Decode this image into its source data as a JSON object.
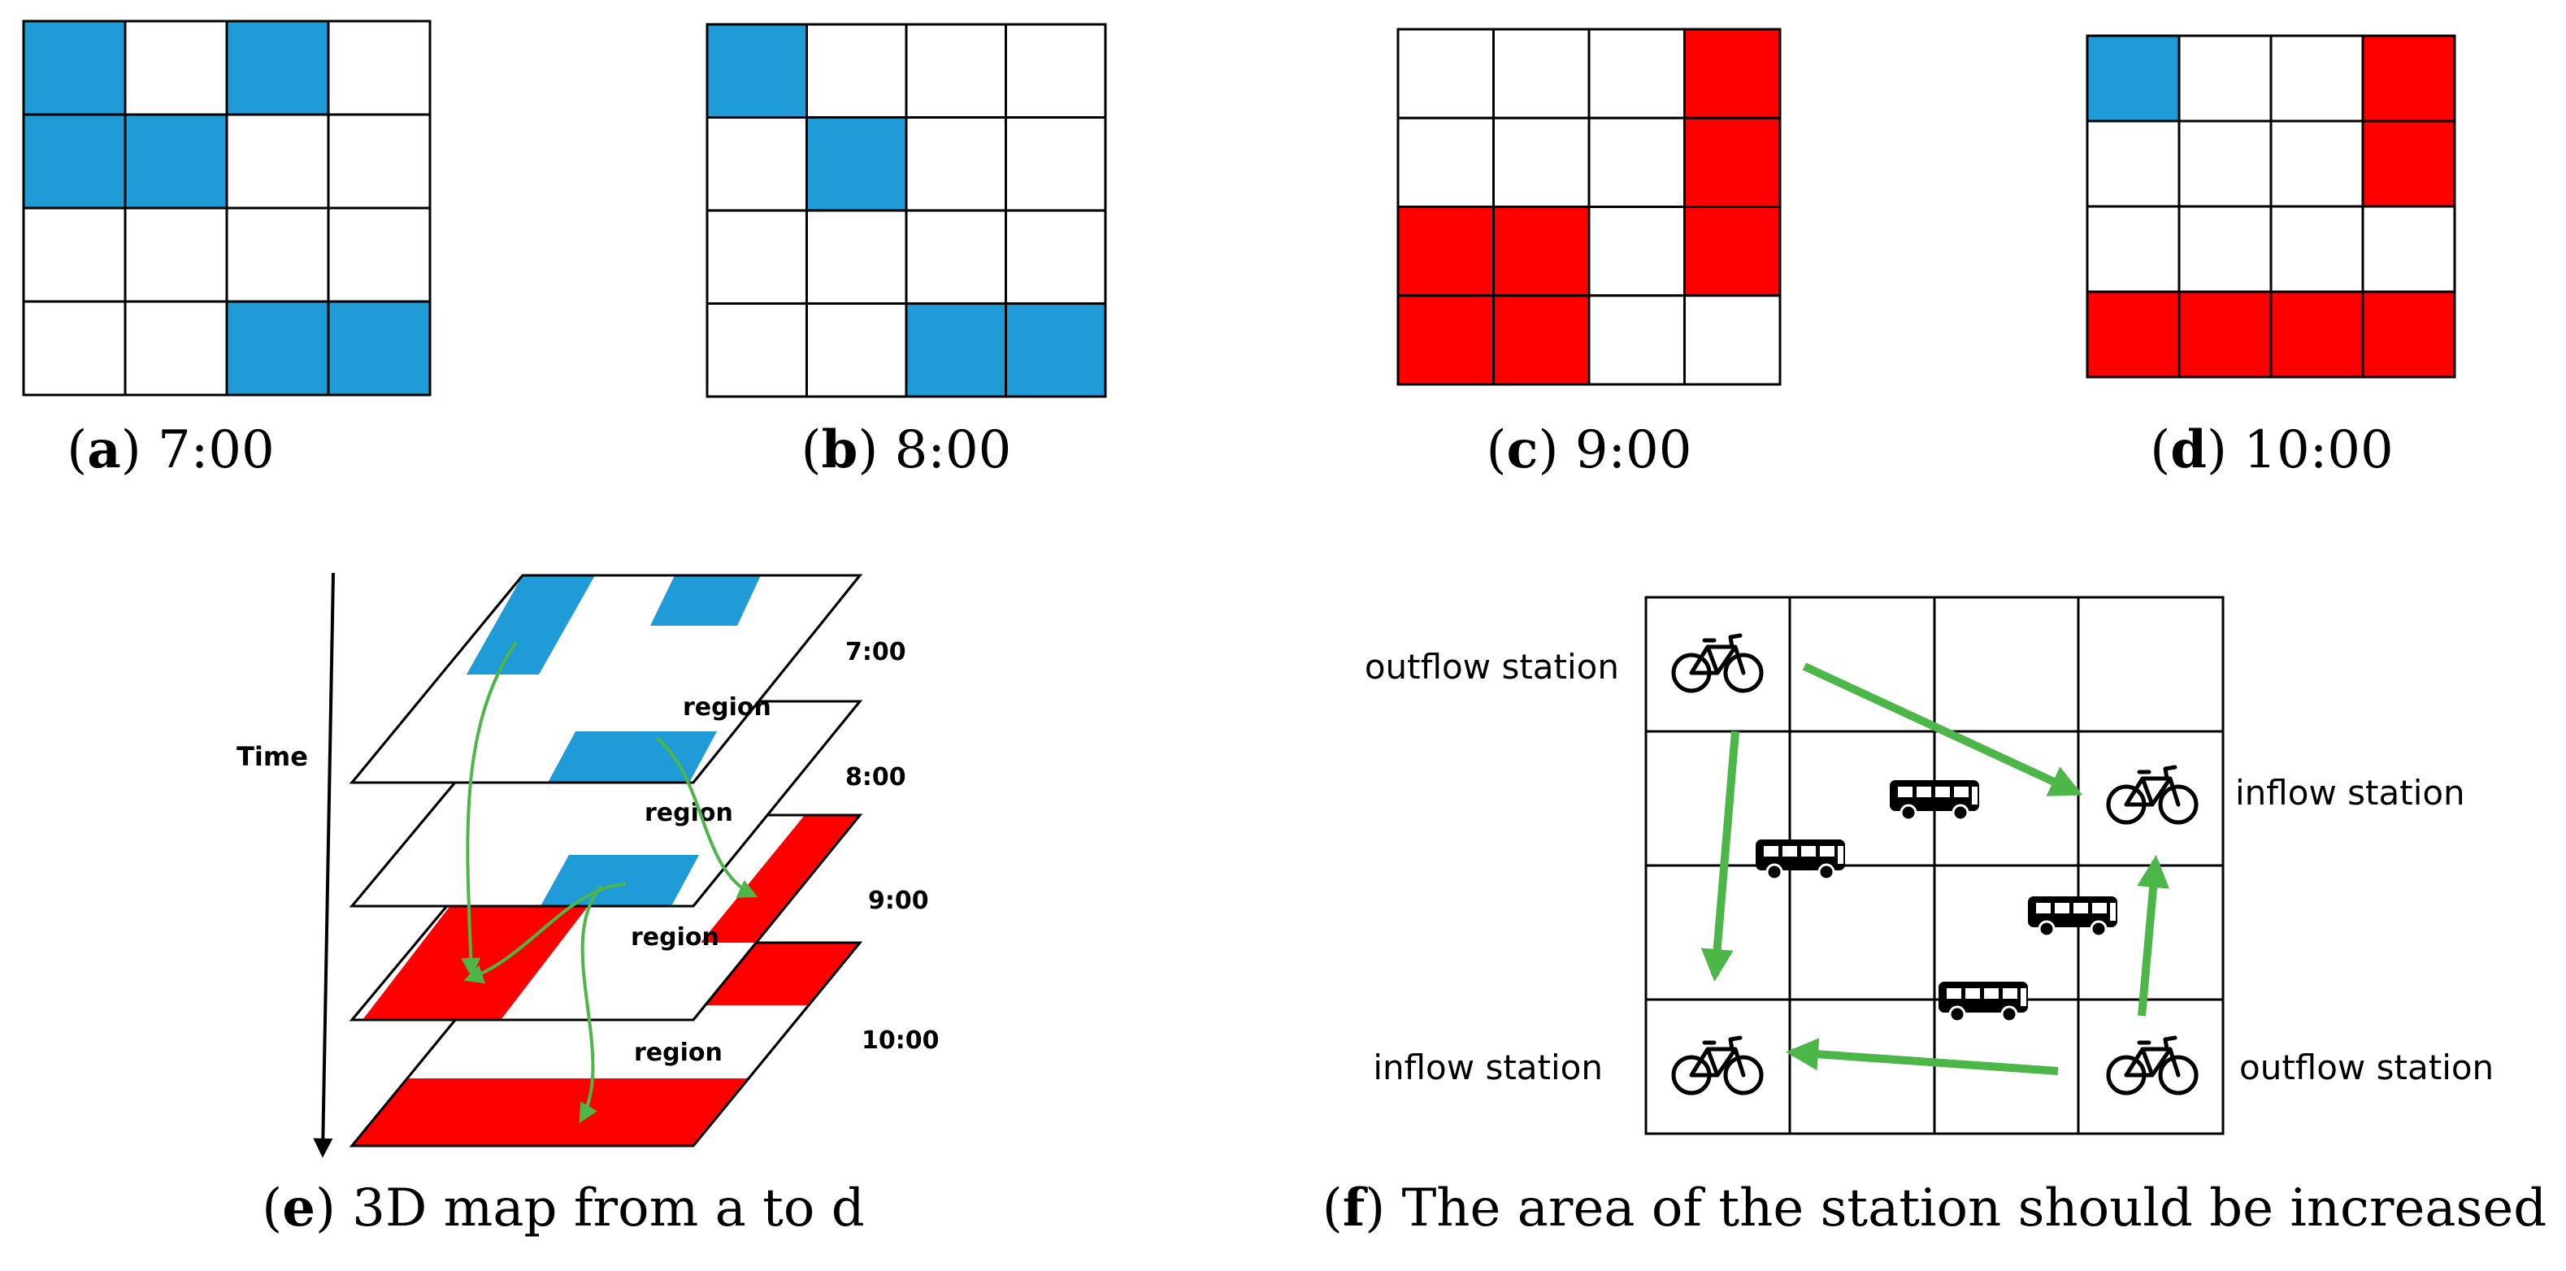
{
  "colors": {
    "blue": "#1f9bd7",
    "red": "#ff0000",
    "green": "#4cb648",
    "grid": "#000000"
  },
  "panels": [
    {
      "letter": "a",
      "time": "7:00",
      "cells": [
        [
          "b",
          "w",
          "b",
          "w"
        ],
        [
          "b",
          "b",
          "w",
          "w"
        ],
        [
          "w",
          "w",
          "w",
          "w"
        ],
        [
          "w",
          "w",
          "b",
          "b"
        ]
      ]
    },
    {
      "letter": "b",
      "time": "8:00",
      "cells": [
        [
          "b",
          "w",
          "w",
          "w"
        ],
        [
          "w",
          "b",
          "w",
          "w"
        ],
        [
          "w",
          "w",
          "w",
          "w"
        ],
        [
          "w",
          "w",
          "b",
          "b"
        ]
      ]
    },
    {
      "letter": "c",
      "time": "9:00",
      "cells": [
        [
          "w",
          "w",
          "w",
          "r"
        ],
        [
          "w",
          "w",
          "w",
          "r"
        ],
        [
          "r",
          "r",
          "w",
          "r"
        ],
        [
          "r",
          "r",
          "w",
          "w"
        ]
      ]
    },
    {
      "letter": "d",
      "time": "10:00",
      "cells": [
        [
          "b",
          "w",
          "w",
          "r"
        ],
        [
          "w",
          "w",
          "w",
          "r"
        ],
        [
          "w",
          "w",
          "w",
          "w"
        ],
        [
          "r",
          "r",
          "r",
          "r"
        ]
      ]
    }
  ],
  "panel_e": {
    "letter": "e",
    "caption": "3D map from a to d",
    "time_axis_label": "Time",
    "layer_times": [
      "7:00",
      "8:00",
      "9:00",
      "10:00"
    ],
    "region_label": "region"
  },
  "panel_f": {
    "letter": "f",
    "caption": "The area of the station should be increased",
    "outflow_label": "outflow station",
    "inflow_label": "inflow station",
    "icons": [
      "bicycle-icon",
      "bus-icon"
    ]
  }
}
